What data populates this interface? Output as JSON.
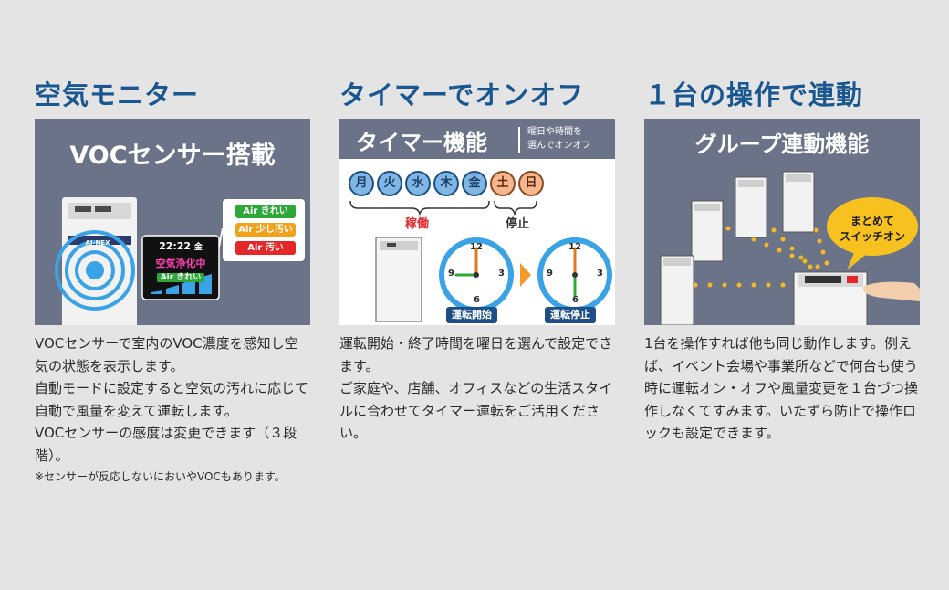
{
  "columns": [
    {
      "heading": "空気モニター",
      "panel": {
        "title": "VOCセンサー搭載",
        "device_label": "AI-NEX",
        "lcd": {
          "time": "22:22",
          "day": "金",
          "status": "空気浄化中",
          "air": "Air きれい"
        },
        "levels": [
          {
            "label": "Air きれい",
            "color": "#2fa83a"
          },
          {
            "label": "Air 少し汚い",
            "color": "#f0a21c"
          },
          {
            "label": "Air 汚い",
            "color": "#e4282a"
          }
        ]
      },
      "paragraphs": [
        "VOCセンサーで室内のVOC濃度を感知し空気の状態を表示します。",
        "自動モードに設定すると空気の汚れに応じて自動で風量を変えて運転します。",
        "VOCセンサーの感度は変更できます（３段階）。"
      ],
      "note": "※センサーが反応しないにおいやVOCもあります。"
    },
    {
      "heading": "タイマーでオンオフ",
      "panel": {
        "title": "タイマー機能",
        "subtitle_line1": "曜日や時間を",
        "subtitle_line2": "選んでオンオフ",
        "days": [
          {
            "label": "月",
            "state": "on"
          },
          {
            "label": "火",
            "state": "on"
          },
          {
            "label": "水",
            "state": "on"
          },
          {
            "label": "木",
            "state": "on"
          },
          {
            "label": "金",
            "state": "on"
          },
          {
            "label": "土",
            "state": "off"
          },
          {
            "label": "日",
            "state": "off"
          }
        ],
        "working_label": "稼働",
        "stopped_label": "停止",
        "clock_start": {
          "numbers": [
            "12",
            "3",
            "6",
            "9"
          ],
          "caption": "運転開始"
        },
        "clock_stop": {
          "numbers": [
            "12",
            "3",
            "6",
            "9"
          ],
          "caption": "運転停止"
        }
      },
      "paragraphs": [
        "運転開始・終了時間を曜日を選んで設定できます。",
        "ご家庭や、店舗、オフィスなどの生活スタイルに合わせてタイマー運転をご活用ください。"
      ]
    },
    {
      "heading": "１台の操作で連動",
      "panel": {
        "title": "グループ連動機能",
        "bubble_line1": "まとめて",
        "bubble_line2": "スイッチオン"
      },
      "paragraphs": [
        "1台を操作すれば他も同じ動作します。例えば、イベント会場や事業所などで何台も使う時に運転オン・オフや風量変更を１台づつ操作しなくてすみます。いたずら防止で操作ロックも設定できます。"
      ]
    }
  ],
  "colors": {
    "heading": "#1a5790",
    "panel_bg": "#6b7388",
    "accent_blue": "#1d4f86",
    "bubble": "#f7c21f",
    "dots": "#f4b921",
    "page_bg": "#e4e4e4"
  }
}
